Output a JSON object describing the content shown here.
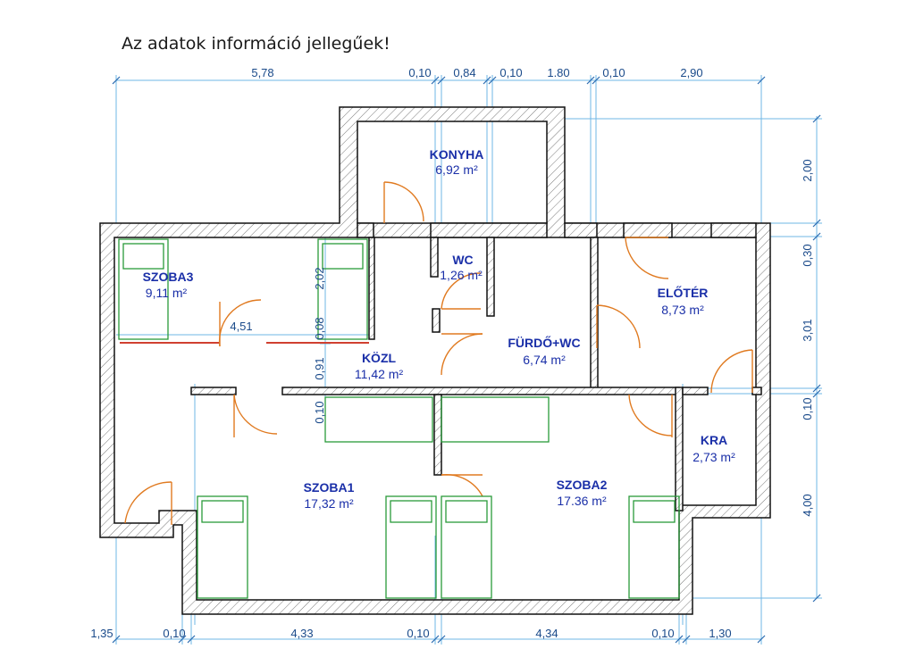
{
  "note": "Az adatok információ jellegűek!",
  "colors": {
    "wall": "#111111",
    "hatch": "#888888",
    "dimension": "#6fb7e6",
    "door": "#e07a20",
    "furniture": "#2a9a3a",
    "label": "#1a2fa8"
  },
  "rooms": [
    {
      "name": "KONYHA",
      "area": "6,92 m²"
    },
    {
      "name": "WC",
      "area": "1,26 m²"
    },
    {
      "name": "SZOBA3",
      "area": "9,11 m²"
    },
    {
      "name": "ELŐTÉR",
      "area": "8,73 m²"
    },
    {
      "name": "FÜRDŐ+WC",
      "area": "6,74 m²"
    },
    {
      "name": "KÖZL",
      "area": "11,42 m²"
    },
    {
      "name": "KRA",
      "area": "2,73 m²"
    },
    {
      "name": "SZOBA1",
      "area": "17,32 m²"
    },
    {
      "name": "SZOBA2",
      "area": "17.36 m²"
    }
  ],
  "dims_top": [
    "5,78",
    "0,10",
    "0,84",
    "0,10",
    "1.80",
    "0,10",
    "2,90"
  ],
  "dims_bottom": [
    "1,35",
    "0,10",
    "4,33",
    "0,10",
    "4,34",
    "0,10",
    "1,30"
  ],
  "dims_right": [
    "2,00",
    "0,30",
    "3,01",
    "0,10",
    "4,00"
  ],
  "dims_inner": [
    "2,02",
    "0,08",
    "0,91",
    "0,10",
    "4,51"
  ]
}
